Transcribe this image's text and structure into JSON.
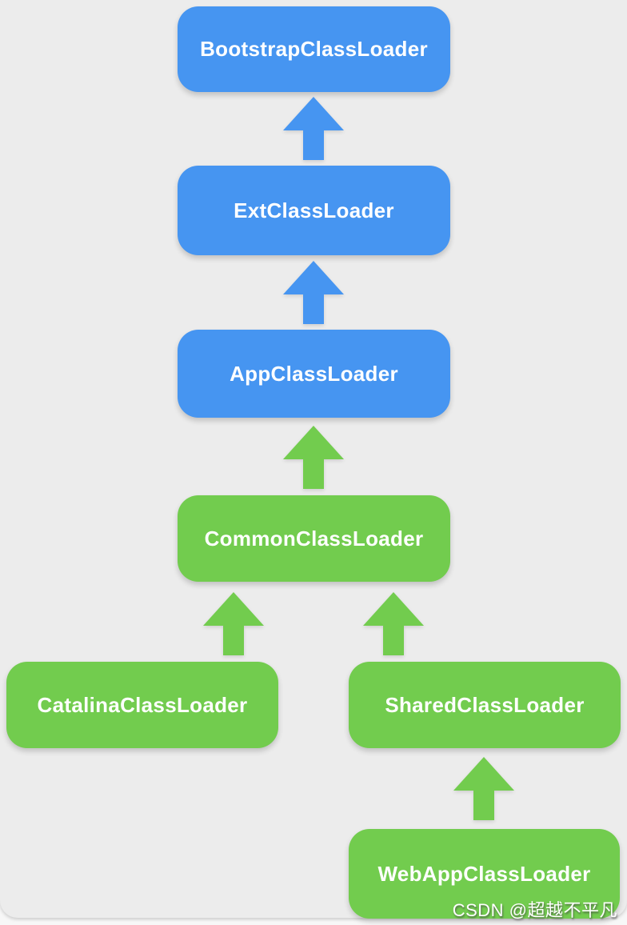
{
  "diagram": {
    "description": "class loader hierarchy",
    "nodes": [
      {
        "id": "bootstrap",
        "label": "BootstrapClassLoader",
        "color": "#4695f1"
      },
      {
        "id": "ext",
        "label": "ExtClassLoader",
        "color": "#4695f1"
      },
      {
        "id": "app",
        "label": "AppClassLoader",
        "color": "#4695f1"
      },
      {
        "id": "common",
        "label": "CommonClassLoader",
        "color": "#72cc4e"
      },
      {
        "id": "catalina",
        "label": "CatalinaClassLoader",
        "color": "#72cc4e"
      },
      {
        "id": "shared",
        "label": "SharedClassLoader",
        "color": "#72cc4e"
      },
      {
        "id": "webapp",
        "label": "WebAppClassLoader",
        "color": "#72cc4e"
      }
    ],
    "edges": [
      {
        "from": "ExtClassLoader",
        "to": "BootstrapClassLoader",
        "direction": "up",
        "color": "#4695f1"
      },
      {
        "from": "AppClassLoader",
        "to": "ExtClassLoader",
        "direction": "up",
        "color": "#4695f1"
      },
      {
        "from": "CommonClassLoader",
        "to": "AppClassLoader",
        "direction": "up",
        "color": "#72cc4e"
      },
      {
        "from": "CatalinaClassLoader",
        "to": "CommonClassLoader",
        "direction": "up",
        "color": "#72cc4e"
      },
      {
        "from": "SharedClassLoader",
        "to": "CommonClassLoader",
        "direction": "up",
        "color": "#72cc4e"
      },
      {
        "from": "WebAppClassLoader",
        "to": "SharedClassLoader",
        "direction": "up",
        "color": "#72cc4e"
      }
    ],
    "colors": {
      "blue_node": "#4695f1",
      "green_node": "#72cc4e",
      "board_background": "#ececec",
      "page_background": "#f7f7f7",
      "label_text": "#ffffff"
    },
    "watermark": "CSDN @超越不平凡"
  }
}
